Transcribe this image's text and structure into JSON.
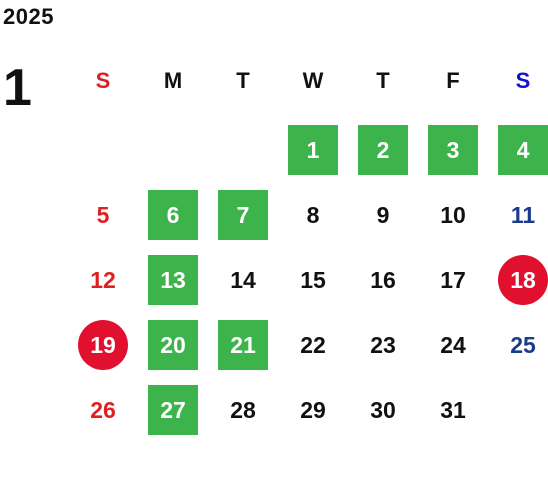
{
  "year": "2025",
  "month": "1",
  "weekdays": [
    "S",
    "M",
    "T",
    "W",
    "T",
    "F",
    "S"
  ],
  "leading_blank_days": 3,
  "days": [
    {
      "n": "1",
      "style": "green"
    },
    {
      "n": "2",
      "style": "green"
    },
    {
      "n": "3",
      "style": "green"
    },
    {
      "n": "4",
      "style": "green"
    },
    {
      "n": "5",
      "style": "sun"
    },
    {
      "n": "6",
      "style": "green"
    },
    {
      "n": "7",
      "style": "green"
    },
    {
      "n": "8",
      "style": "plain"
    },
    {
      "n": "9",
      "style": "plain"
    },
    {
      "n": "10",
      "style": "plain"
    },
    {
      "n": "11",
      "style": "sat"
    },
    {
      "n": "12",
      "style": "sun"
    },
    {
      "n": "13",
      "style": "green"
    },
    {
      "n": "14",
      "style": "plain"
    },
    {
      "n": "15",
      "style": "plain"
    },
    {
      "n": "16",
      "style": "plain"
    },
    {
      "n": "17",
      "style": "plain"
    },
    {
      "n": "18",
      "style": "holiday"
    },
    {
      "n": "19",
      "style": "holiday"
    },
    {
      "n": "20",
      "style": "green"
    },
    {
      "n": "21",
      "style": "green"
    },
    {
      "n": "22",
      "style": "plain"
    },
    {
      "n": "23",
      "style": "plain"
    },
    {
      "n": "24",
      "style": "plain"
    },
    {
      "n": "25",
      "style": "sat"
    },
    {
      "n": "26",
      "style": "sun"
    },
    {
      "n": "27",
      "style": "green"
    },
    {
      "n": "28",
      "style": "plain"
    },
    {
      "n": "29",
      "style": "plain"
    },
    {
      "n": "30",
      "style": "plain"
    },
    {
      "n": "31",
      "style": "plain"
    }
  ],
  "colors": {
    "green_highlight": "#3cb44b",
    "holiday_circle": "#e0102e",
    "sunday_text": "#e02020",
    "saturday_text": "#1a3a8c",
    "saturday_header": "#1010d0"
  }
}
